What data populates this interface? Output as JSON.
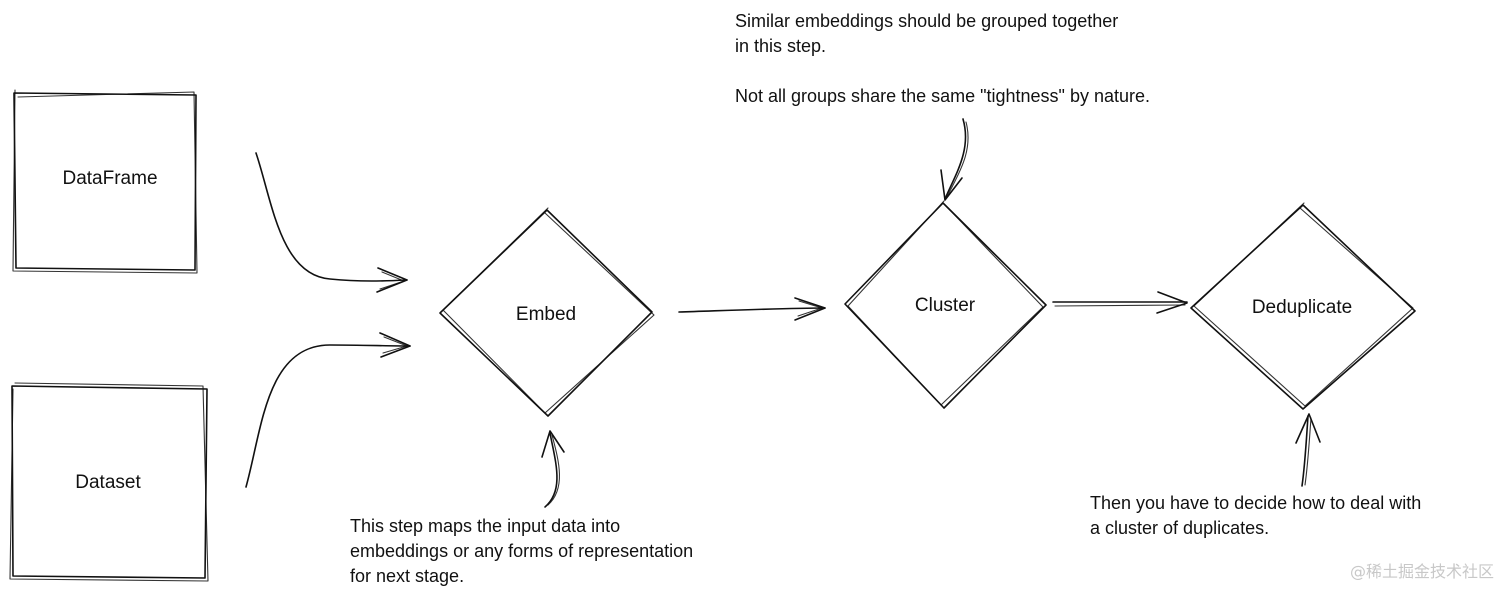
{
  "nodes": {
    "dataframe": "DataFrame",
    "dataset": "Dataset",
    "embed": "Embed",
    "cluster": "Cluster",
    "deduplicate": "Deduplicate"
  },
  "notes": {
    "cluster_note": {
      "lines": [
        "Similar embeddings should be grouped together",
        "in this step.",
        "",
        "Not all groups share the same \"tightness\" by nature."
      ]
    },
    "embed_note": {
      "lines": [
        "This step maps the input data into",
        "embeddings or any forms of representation",
        "for next stage."
      ]
    },
    "dedup_note": {
      "lines": [
        "Then you have to decide how to deal with",
        "a cluster of duplicates."
      ]
    }
  },
  "watermark": "@稀土掘金技术社区"
}
